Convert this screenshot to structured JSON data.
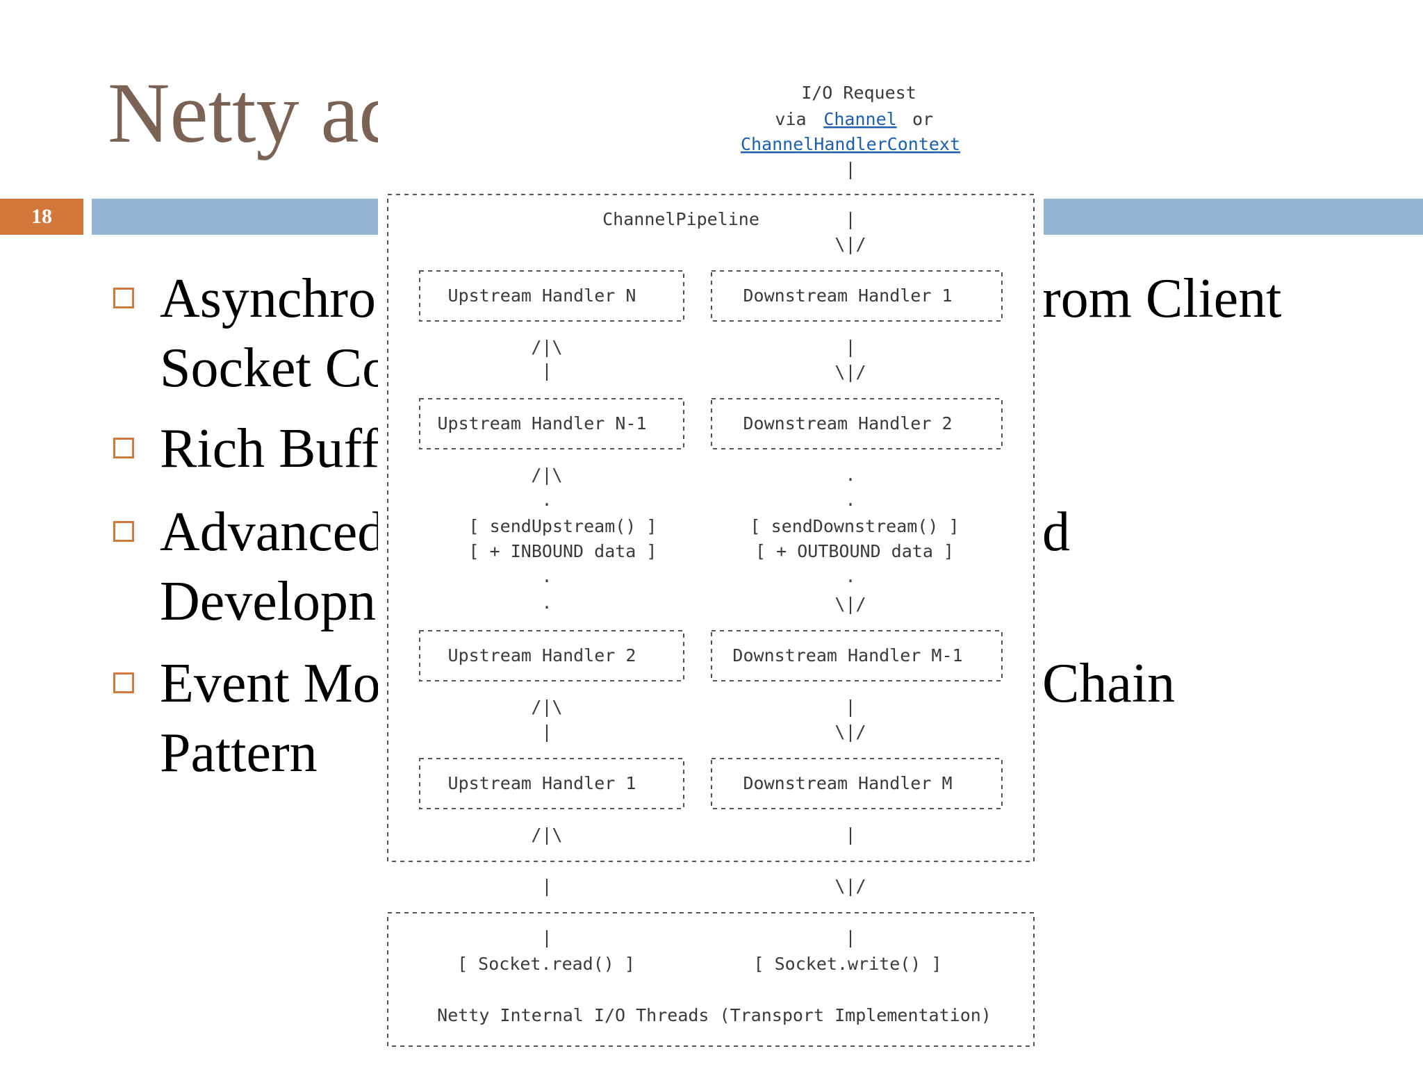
{
  "slide": {
    "title": "Netty ad",
    "page_number": "18",
    "colors": {
      "title": "#7a6355",
      "accent_orange": "#d2783a",
      "accent_blue": "#93b4d2"
    },
    "bullets": [
      {
        "lines": [
          "Asynchro",
          "Socket Co"
        ],
        "right_text": "rom Client"
      },
      {
        "lines": [
          "Rich Buff"
        ],
        "right_text": ""
      },
      {
        "lines": [
          "Advanced",
          "Developn"
        ],
        "right_text": "d"
      },
      {
        "lines": [
          "Event Mo",
          "Pattern"
        ],
        "right_text": "Chain"
      }
    ]
  },
  "diagram": {
    "io_request": {
      "line1": "I/O Request",
      "line2_prefix": "via",
      "link_channel": "Channel",
      "line2_suffix": "or",
      "link_context": "ChannelHandlerContext"
    },
    "pipeline_label": "ChannelPipeline",
    "upstream_handlers": [
      "Upstream Handler  N",
      "Upstream Handler N-1",
      "Upstream Handler  2",
      "Upstream Handler  1"
    ],
    "downstream_handlers": [
      "Downstream Handler  1",
      "Downstream Handler  2",
      "Downstream Handler M-1",
      "Downstream Handler  M"
    ],
    "send_upstream": [
      "[ sendUpstream() ]",
      "[ + INBOUND data ]"
    ],
    "send_downstream": [
      "[ sendDownstream() ]",
      "[ + OUTBOUND data  ]"
    ],
    "socket_read": "[ Socket.read() ]",
    "socket_write": "[ Socket.write() ]",
    "io_threads": "Netty Internal I/O Threads (Transport Implementation)",
    "arrow_up": "/|\\",
    "arrow_down": "\\|/",
    "dot": ".",
    "pipe": "|",
    "plus": "+"
  }
}
